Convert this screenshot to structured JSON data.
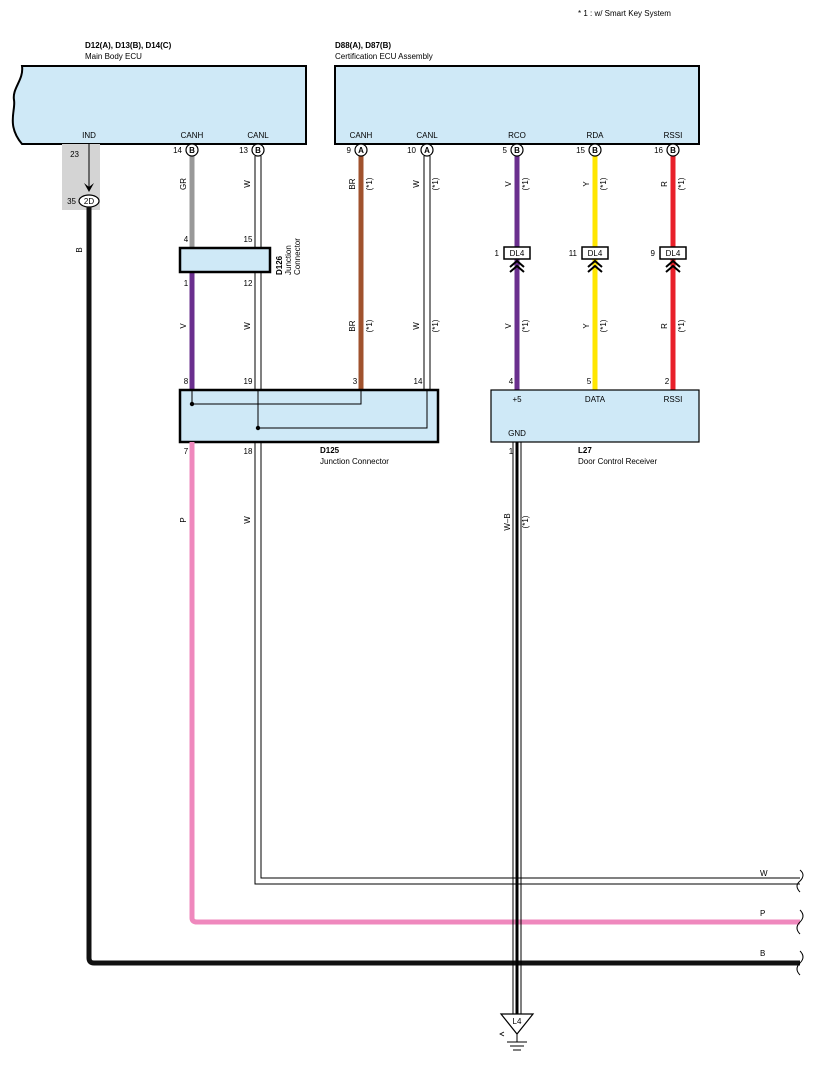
{
  "note": "* 1 : w/ Smart Key System",
  "main_body_ecu": {
    "codes": "D12(A), D13(B), D14(C)",
    "name": "Main Body ECU",
    "terminals": [
      "IND",
      "CANH",
      "CANL"
    ]
  },
  "cert_ecu": {
    "codes": "D88(A), D87(B)",
    "name": "Certification ECU Assembly",
    "terminals": [
      "CANH",
      "CANL",
      "RCO",
      "RDA",
      "RSSI"
    ]
  },
  "pins": {
    "ind_top": "23",
    "ind_conn_num": "35",
    "ind_conn_id": "2D",
    "mb_canh_num": "14",
    "mb_canh_conn": "B",
    "mb_canl_num": "13",
    "mb_canl_conn": "B",
    "ce_canh_num": "9",
    "ce_canh_conn": "A",
    "ce_canl_num": "10",
    "ce_canl_conn": "A",
    "rco_num": "5",
    "rco_conn": "B",
    "rda_num": "15",
    "rda_conn": "B",
    "rssi_num": "16",
    "rssi_conn": "B",
    "d126_top_left": "4",
    "d126_top_right": "15",
    "d126_bot_left": "1",
    "d126_bot_right": "12",
    "d125_8": "8",
    "d125_19": "19",
    "d125_3": "3",
    "d125_14": "14",
    "d125_7": "7",
    "d125_18": "18",
    "dl4_1": "1",
    "dl4_11": "11",
    "dl4_9": "9",
    "l27_4": "4",
    "l27_5": "5",
    "l27_2": "2",
    "l27_1": "1"
  },
  "dl4_label": "DL4",
  "d126": {
    "code": "D126",
    "name_line1": "Junction",
    "name_line2": "Connector"
  },
  "d125": {
    "code": "D125",
    "name": "Junction Connector"
  },
  "l27": {
    "code": "L27",
    "name": "Door Control Receiver",
    "terminals": [
      "+5",
      "DATA",
      "RSSI",
      "GND"
    ]
  },
  "ground": {
    "id": "L4"
  },
  "wire_colors": {
    "B": "B",
    "GR": "GR",
    "V": "V",
    "W": "W",
    "BR": "BR",
    "Y": "Y",
    "R": "R",
    "P": "P",
    "WB": "W–B"
  },
  "star_note": "(*1)",
  "right_labels": [
    "W",
    "P",
    "B"
  ],
  "colors": {
    "box_fill": "#cfe9f7",
    "gray": "#999999",
    "violet": "#6a2f8e",
    "brown": "#a0522d",
    "yellow": "#ffe600",
    "red": "#e8202a",
    "pink": "#ef88bd",
    "black": "#111111"
  }
}
